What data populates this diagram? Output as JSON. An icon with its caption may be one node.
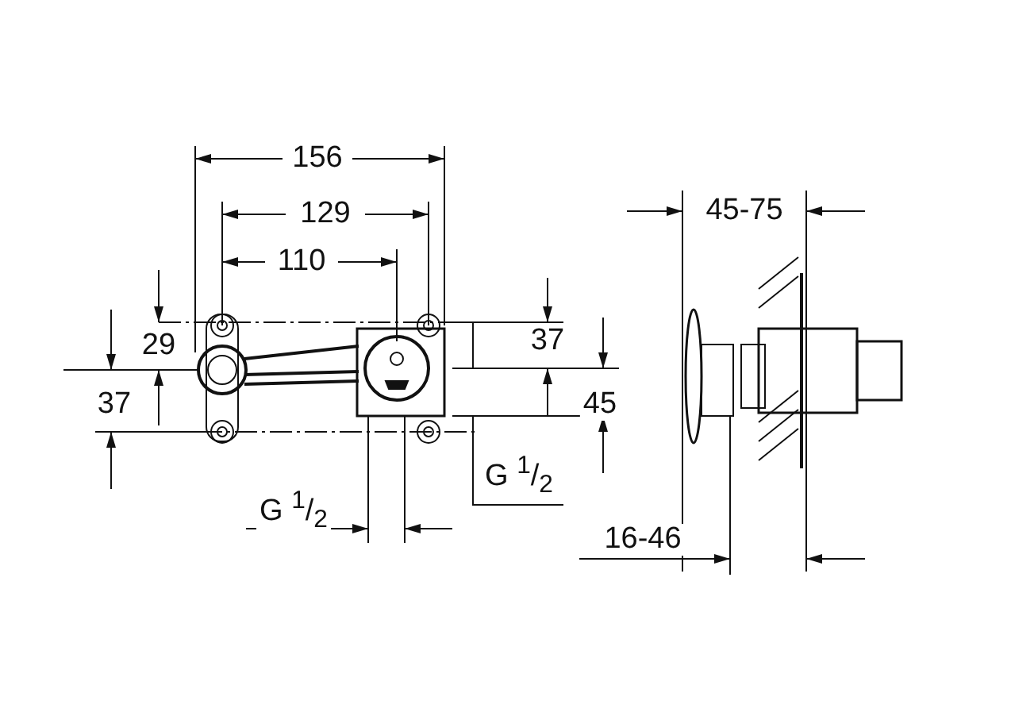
{
  "diagram": {
    "labels": [
      "156",
      "129",
      "45-75",
      "110",
      "29",
      "37",
      "37",
      "45",
      "G $^{1}$/$_{2}$",
      "G $^{1}$/$_{2}$",
      "16-46"
    ]
  }
}
